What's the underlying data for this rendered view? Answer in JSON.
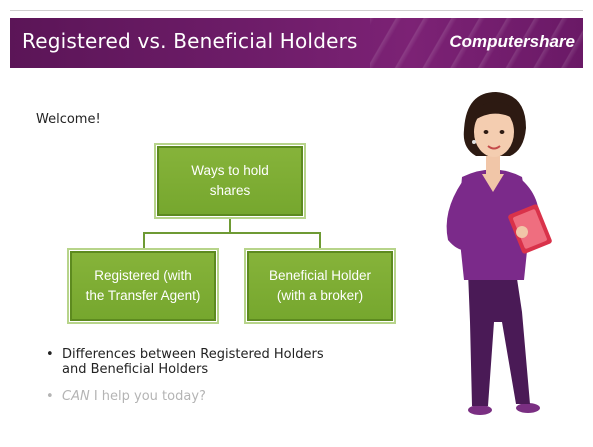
{
  "header": {
    "title": "Registered vs. Beneficial Holders",
    "brand": "Computershare"
  },
  "slide": {
    "welcome": "Welcome!",
    "diagram": {
      "root": [
        "Ways to hold",
        "shares"
      ],
      "left": [
        "Registered (with",
        "the Transfer Agent)"
      ],
      "right": [
        "Beneficial Holder",
        "(with a broker)"
      ]
    },
    "bullets": {
      "item1_line1": "Differences between Registered Holders",
      "item1_line2": "and Beneficial Holders",
      "item2_emph": "CAN",
      "item2_rest": " I help you today?"
    }
  },
  "colors": {
    "header": "#6f1d6a",
    "box_fill": "#7cab32",
    "box_border": "#5d8a1f"
  }
}
